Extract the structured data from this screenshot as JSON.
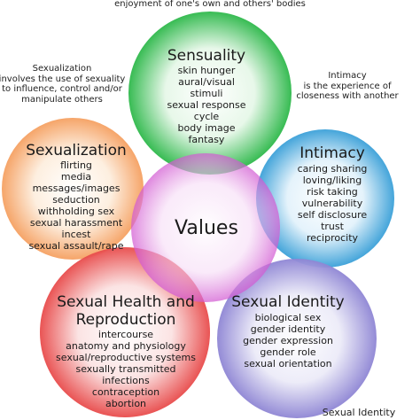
{
  "top_caption": "enjoyment of one's own and others' bodies",
  "bottom_caption": "Sexual Identity",
  "center": {
    "label": "Values"
  },
  "circles": {
    "sensuality": {
      "title": "Sensuality",
      "items": [
        "skin hunger",
        "aural/visual",
        "stimuli",
        "sexual response",
        "cycle",
        "body image",
        "fantasy"
      ],
      "color": "#2db84a"
    },
    "intimacy": {
      "title": "Intimacy",
      "note": [
        "Intimacy",
        "is the experience of",
        "closeness with another"
      ],
      "items": [
        "caring sharing",
        "loving/liking",
        "risk taking",
        "vulnerability",
        "self disclosure",
        "trust",
        "reciprocity"
      ],
      "color": "#3aa0d8"
    },
    "sexualization": {
      "title": "Sexualization",
      "note": [
        "Sexualization",
        "involves the use of sexuality",
        "to influence, control and/or",
        "manipulate others"
      ],
      "items": [
        "flirting",
        "media",
        "messages/images",
        "seduction",
        "withholding sex",
        "sexual harassment",
        "incest",
        "sexual assault/rape"
      ],
      "color": "#f5a061"
    },
    "health": {
      "title_lines": [
        "Sexual Health and",
        "Reproduction"
      ],
      "items": [
        "intercourse",
        "anatomy and physiology",
        "sexual/reproductive systems",
        "sexually transmitted",
        "infections",
        "contraception",
        "abortion"
      ],
      "color": "#e84b4b"
    },
    "identity": {
      "title": "Sexual Identity",
      "items": [
        "biological sex",
        "gender identity",
        "gender expression",
        "gender role",
        "sexual orientation"
      ],
      "color": "#8e85d4"
    },
    "values": {
      "color": "#d25ad2"
    }
  }
}
